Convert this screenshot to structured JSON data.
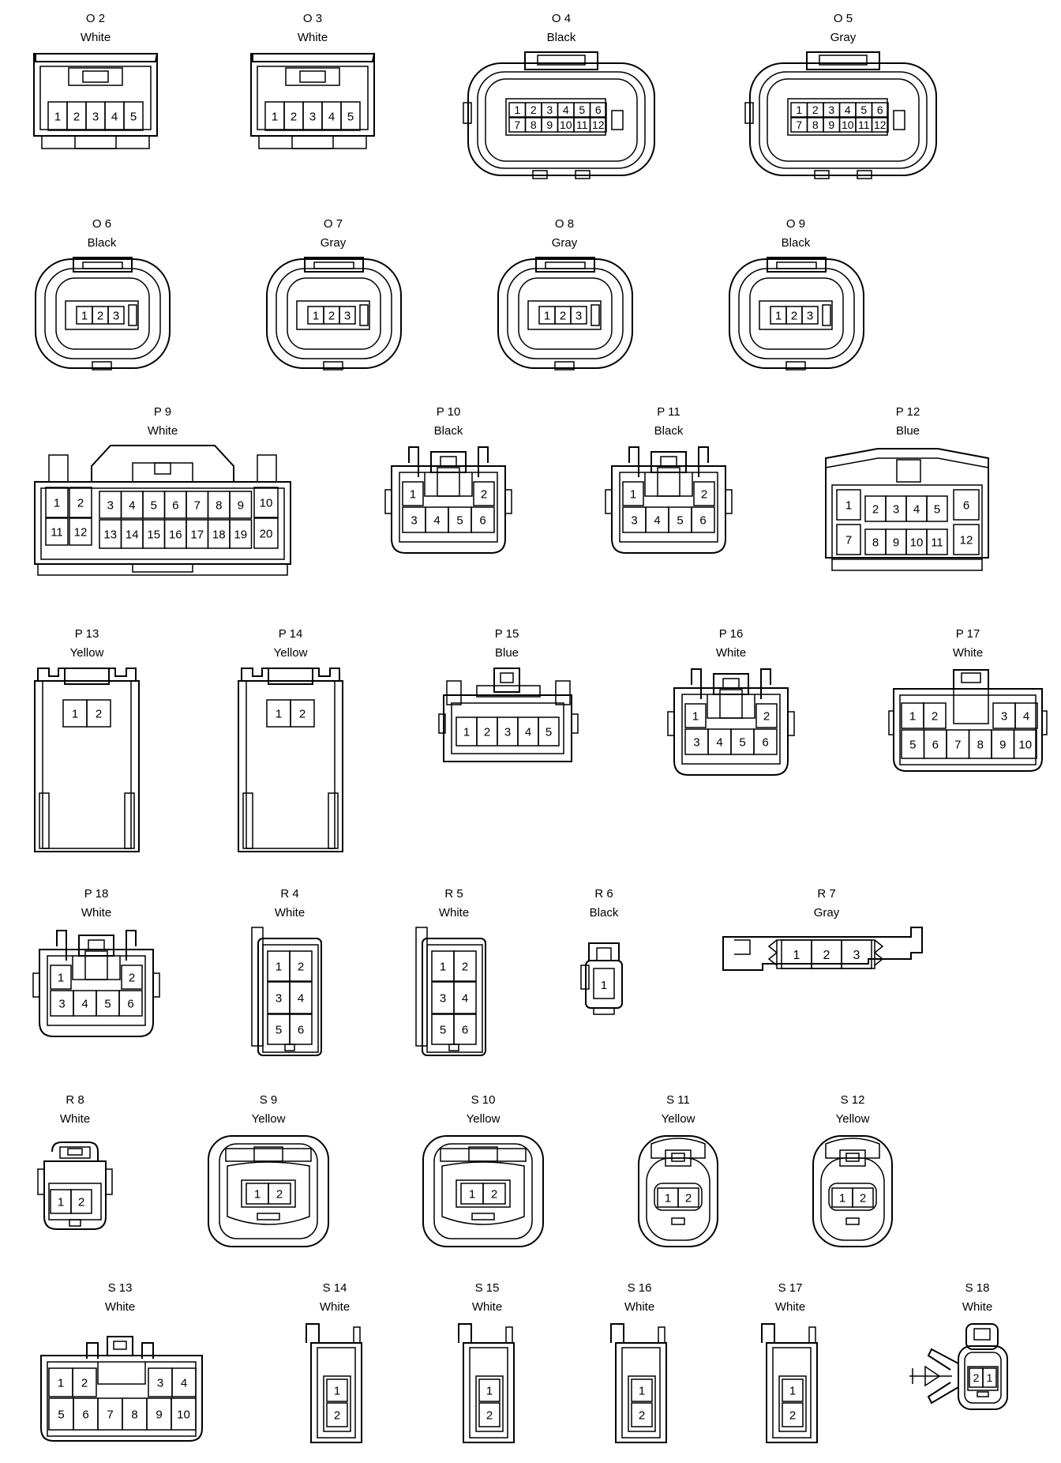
{
  "connectors": [
    {
      "id": "O 2",
      "color": "White",
      "pins": [
        "1",
        "2",
        "3",
        "4",
        "5"
      ]
    },
    {
      "id": "O 3",
      "color": "White",
      "pins": [
        "1",
        "2",
        "3",
        "4",
        "5"
      ]
    },
    {
      "id": "O 4",
      "color": "Black",
      "pins": [
        "1",
        "2",
        "3",
        "4",
        "5",
        "6",
        "7",
        "8",
        "9",
        "10",
        "11",
        "12"
      ]
    },
    {
      "id": "O 5",
      "color": "Gray",
      "pins": [
        "1",
        "2",
        "3",
        "4",
        "5",
        "6",
        "7",
        "8",
        "9",
        "10",
        "11",
        "12"
      ]
    },
    {
      "id": "O 6",
      "color": "Black",
      "pins": [
        "1",
        "2",
        "3"
      ]
    },
    {
      "id": "O 7",
      "color": "Gray",
      "pins": [
        "1",
        "2",
        "3"
      ]
    },
    {
      "id": "O 8",
      "color": "Gray",
      "pins": [
        "1",
        "2",
        "3"
      ]
    },
    {
      "id": "O 9",
      "color": "Black",
      "pins": [
        "1",
        "2",
        "3"
      ]
    },
    {
      "id": "P 9",
      "color": "White",
      "pins": [
        "1",
        "2",
        "3",
        "4",
        "5",
        "6",
        "7",
        "8",
        "9",
        "10",
        "11",
        "12",
        "13",
        "14",
        "15",
        "16",
        "17",
        "18",
        "19",
        "20"
      ]
    },
    {
      "id": "P 10",
      "color": "Black",
      "pins": [
        "1",
        "2",
        "3",
        "4",
        "5",
        "6"
      ]
    },
    {
      "id": "P 11",
      "color": "Black",
      "pins": [
        "1",
        "2",
        "3",
        "4",
        "5",
        "6"
      ]
    },
    {
      "id": "P 12",
      "color": "Blue",
      "pins": [
        "1",
        "2",
        "3",
        "4",
        "5",
        "6",
        "7",
        "8",
        "9",
        "10",
        "11",
        "12"
      ]
    },
    {
      "id": "P 13",
      "color": "Yellow",
      "pins": [
        "1",
        "2"
      ]
    },
    {
      "id": "P 14",
      "color": "Yellow",
      "pins": [
        "1",
        "2"
      ]
    },
    {
      "id": "P 15",
      "color": "Blue",
      "pins": [
        "1",
        "2",
        "3",
        "4",
        "5"
      ]
    },
    {
      "id": "P 16",
      "color": "White",
      "pins": [
        "1",
        "2",
        "3",
        "4",
        "5",
        "6"
      ]
    },
    {
      "id": "P 17",
      "color": "White",
      "pins": [
        "1",
        "2",
        "3",
        "4",
        "5",
        "6",
        "7",
        "8",
        "9",
        "10"
      ]
    },
    {
      "id": "P 18",
      "color": "White",
      "pins": [
        "1",
        "2",
        "3",
        "4",
        "5",
        "6"
      ]
    },
    {
      "id": "R 4",
      "color": "White",
      "pins": [
        "1",
        "2",
        "3",
        "4",
        "5",
        "6"
      ]
    },
    {
      "id": "R 5",
      "color": "White",
      "pins": [
        "1",
        "2",
        "3",
        "4",
        "5",
        "6"
      ]
    },
    {
      "id": "R 6",
      "color": "Black",
      "pins": [
        "1"
      ]
    },
    {
      "id": "R 7",
      "color": "Gray",
      "pins": [
        "1",
        "2",
        "3"
      ]
    },
    {
      "id": "R 8",
      "color": "White",
      "pins": [
        "1",
        "2"
      ]
    },
    {
      "id": "S 9",
      "color": "Yellow",
      "pins": [
        "1",
        "2"
      ]
    },
    {
      "id": "S 10",
      "color": "Yellow",
      "pins": [
        "1",
        "2"
      ]
    },
    {
      "id": "S 11",
      "color": "Yellow",
      "pins": [
        "1",
        "2"
      ]
    },
    {
      "id": "S 12",
      "color": "Yellow",
      "pins": [
        "1",
        "2"
      ]
    },
    {
      "id": "S 13",
      "color": "White",
      "pins": [
        "1",
        "2",
        "3",
        "4",
        "5",
        "6",
        "7",
        "8",
        "9",
        "10"
      ]
    },
    {
      "id": "S 14",
      "color": "White",
      "pins": [
        "1",
        "2"
      ]
    },
    {
      "id": "S 15",
      "color": "White",
      "pins": [
        "1",
        "2"
      ]
    },
    {
      "id": "S 16",
      "color": "White",
      "pins": [
        "1",
        "2"
      ]
    },
    {
      "id": "S 17",
      "color": "White",
      "pins": [
        "1",
        "2"
      ]
    },
    {
      "id": "S 18",
      "color": "White",
      "pins": [
        "2",
        "1"
      ]
    }
  ]
}
